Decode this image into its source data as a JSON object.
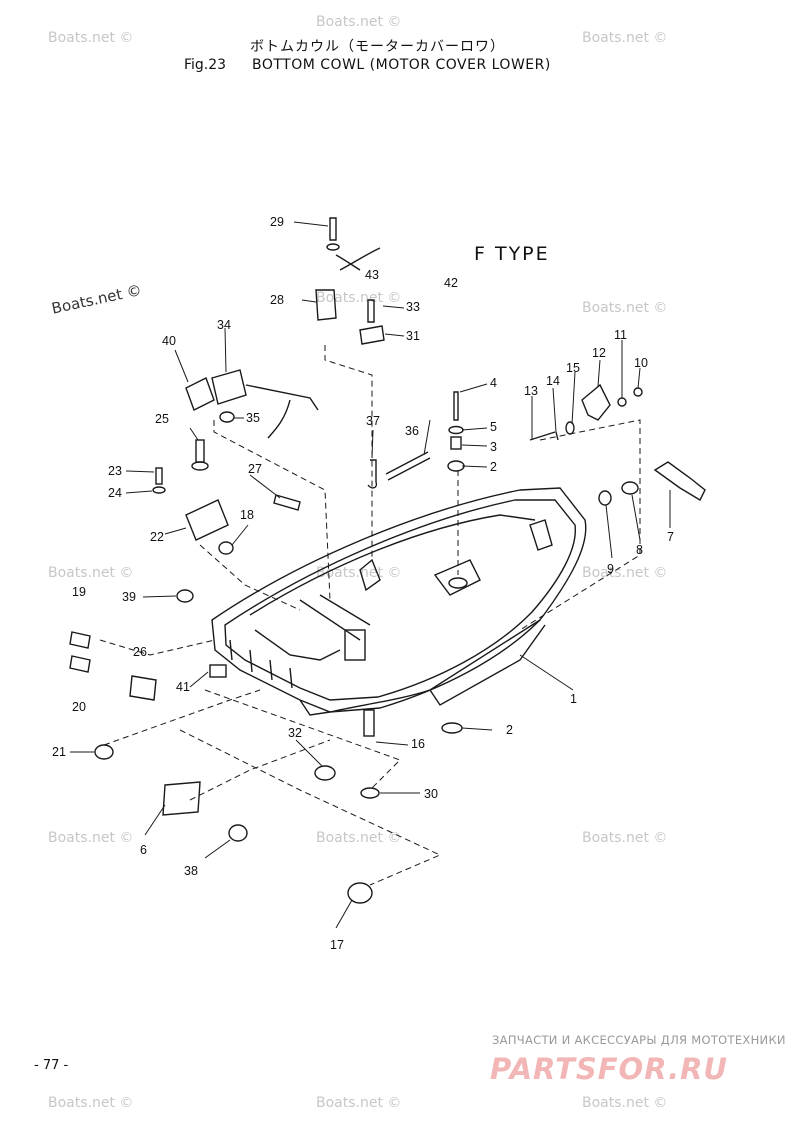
{
  "header": {
    "jp_title": "ボトムカウル（モーターカバーロワ）",
    "fig_label": "Fig.23",
    "title": "BOTTOM COWL (MOTOR COVER LOWER)"
  },
  "variant_label": "F TYPE",
  "page_number": "- 77 -",
  "watermark": {
    "text": "Boats.net ©",
    "faint_color": "#c7c7c7"
  },
  "shop": {
    "tagline": "ЗАПЧАСТИ И АКСЕССУАРЫ ДЛЯ МОТОТЕХНИКИ",
    "logo": "PARTSFOR.RU",
    "logo_color": "#f2b6b6"
  },
  "callouts": [
    "29",
    "43",
    "42",
    "28",
    "33",
    "31",
    "40",
    "34",
    "35",
    "11",
    "12",
    "10",
    "15",
    "14",
    "13",
    "4",
    "5",
    "3",
    "2",
    "25",
    "23",
    "24",
    "37",
    "36",
    "27",
    "18",
    "22",
    "9",
    "8",
    "7",
    "39",
    "19",
    "20",
    "26",
    "41",
    "1",
    "21",
    "32",
    "16",
    "2",
    "30",
    "6",
    "38",
    "17"
  ]
}
